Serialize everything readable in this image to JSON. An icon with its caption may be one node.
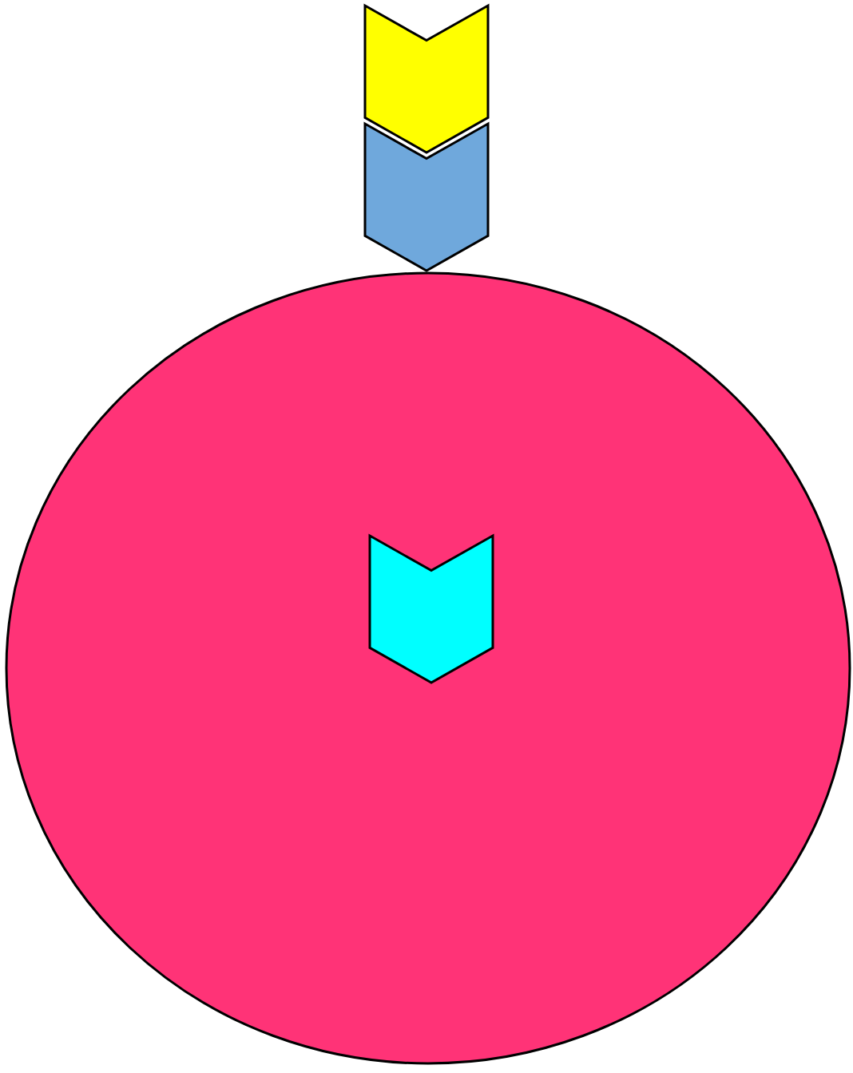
{
  "diagram": {
    "nodes": [
      {
        "text": [],
        "shape": "chevron"
      },
      {
        "text": [],
        "shape": "chevron"
      },
      {
        "text": [],
        "shape": "circle"
      },
      {
        "text": [],
        "shape": "chevron",
        "in": 2
      }
    ]
  }
}
